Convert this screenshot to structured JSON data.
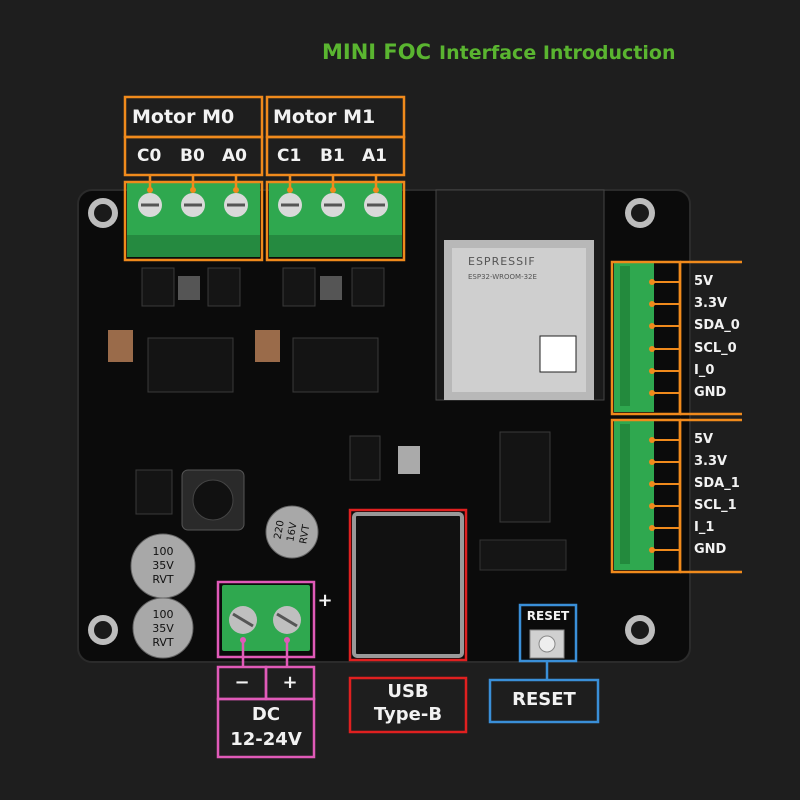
{
  "title": {
    "part1": "MINI FOC",
    "part2": "Interface Introduction"
  },
  "motor0": {
    "header": "Motor  M0",
    "pins": [
      "C0",
      "B0",
      "A0"
    ]
  },
  "motor1": {
    "header": "Motor  M1",
    "pins": [
      "C1",
      "B1",
      "A1"
    ]
  },
  "header_group0": {
    "pins": [
      "5V",
      "3.3V",
      "SDA_0",
      "SCL_0",
      "I_0",
      "GND"
    ]
  },
  "header_group1": {
    "pins": [
      "5V",
      "3.3V",
      "SDA_1",
      "SCL_1",
      "I_1",
      "GND"
    ]
  },
  "power": {
    "minus": "−",
    "plus": "+",
    "board_plus": "+",
    "label_line1": "DC",
    "label_line2": "12-24V"
  },
  "usb": {
    "label_line1": "USB",
    "label_line2": "Type-B"
  },
  "reset": {
    "button_text": "RESET",
    "label": "RESET"
  },
  "chip": {
    "brand": "ESPRESSIF",
    "model": "ESP32-WROOM-32E"
  },
  "capacitors": {
    "cap1": [
      "100",
      "35V",
      "RVT"
    ],
    "cap2": [
      "100",
      "35V",
      "RVT"
    ],
    "cap3": [
      "220",
      "16V",
      "RVT"
    ]
  },
  "colors": {
    "background": "#1e1e1e",
    "board": "#0b0b0b",
    "title_green": "#5ab530",
    "motor_orange": "#f08a1c",
    "header_orange": "#f08a1c",
    "power_pink": "#e05ab8",
    "usb_red": "#e02020",
    "reset_blue": "#3a8fd8",
    "terminal_green": "#2fa84f"
  }
}
